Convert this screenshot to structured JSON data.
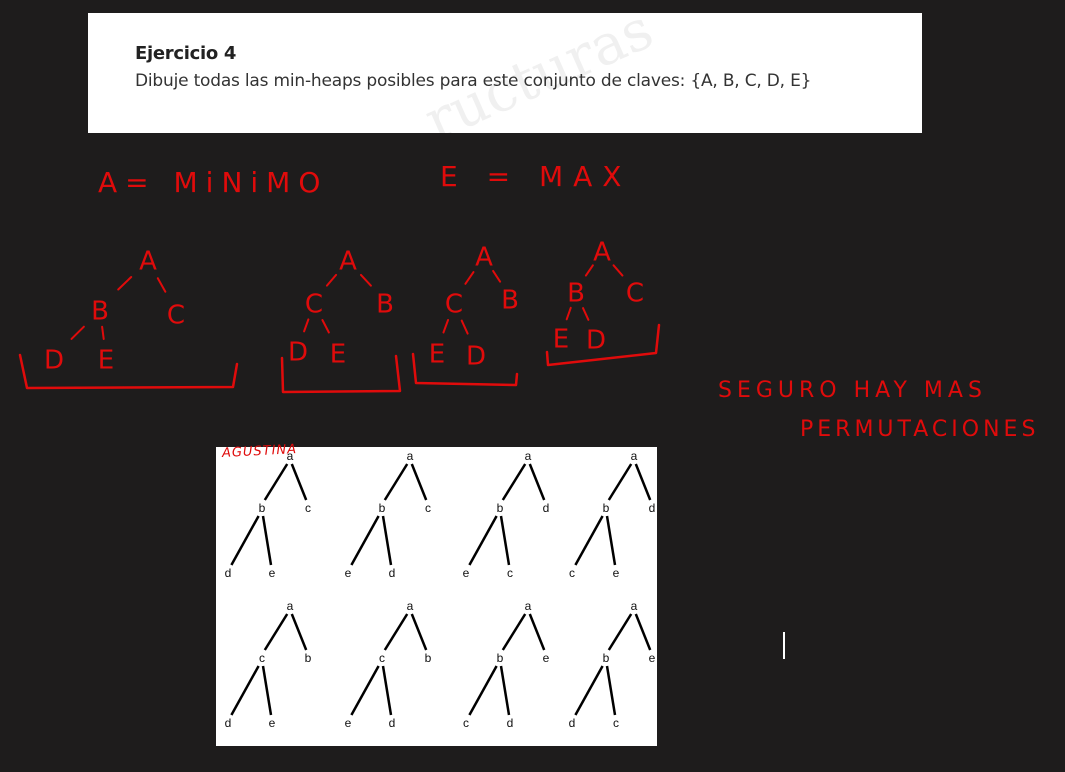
{
  "exercise": {
    "title": "Ejercicio 4",
    "statement": "Dibuje todas las min-heaps posibles para este conjunto de claves: {A, B, C, D, E}",
    "watermark": "ructuras"
  },
  "notes": {
    "min": "A= MiNiMO",
    "max": "E = MAX",
    "perm_line1": "SEGURO HAY MAS",
    "perm_line2": "PERMUTACIONES",
    "author": "AGUSTINA"
  },
  "handwritten_heaps": [
    {
      "root": "A",
      "left": "B",
      "right": "C",
      "left_left": "D",
      "left_right": "E"
    },
    {
      "root": "A",
      "left": "C",
      "right": "B",
      "left_left": "D",
      "left_right": "E"
    },
    {
      "root": "A",
      "left": "C",
      "right": "B",
      "left_left": "E",
      "left_right": "D"
    },
    {
      "root": "A",
      "left": "B",
      "right": "C",
      "left_left": "E",
      "left_right": "D"
    }
  ],
  "solution_heaps": [
    {
      "root": "a",
      "left": "b",
      "right": "c",
      "left_left": "d",
      "left_right": "e"
    },
    {
      "root": "a",
      "left": "b",
      "right": "c",
      "left_left": "e",
      "left_right": "d"
    },
    {
      "root": "a",
      "left": "b",
      "right": "d",
      "left_left": "e",
      "left_right": "c"
    },
    {
      "root": "a",
      "left": "b",
      "right": "d",
      "left_left": "c",
      "left_right": "e"
    },
    {
      "root": "a",
      "left": "c",
      "right": "b",
      "left_left": "d",
      "left_right": "e"
    },
    {
      "root": "a",
      "left": "c",
      "right": "b",
      "left_left": "e",
      "left_right": "d"
    },
    {
      "root": "a",
      "left": "b",
      "right": "e",
      "left_left": "c",
      "left_right": "d"
    },
    {
      "root": "a",
      "left": "b",
      "right": "e",
      "left_left": "d",
      "left_right": "c"
    }
  ],
  "colors": {
    "ink": "#e00b0b",
    "background": "#1e1c1c"
  }
}
